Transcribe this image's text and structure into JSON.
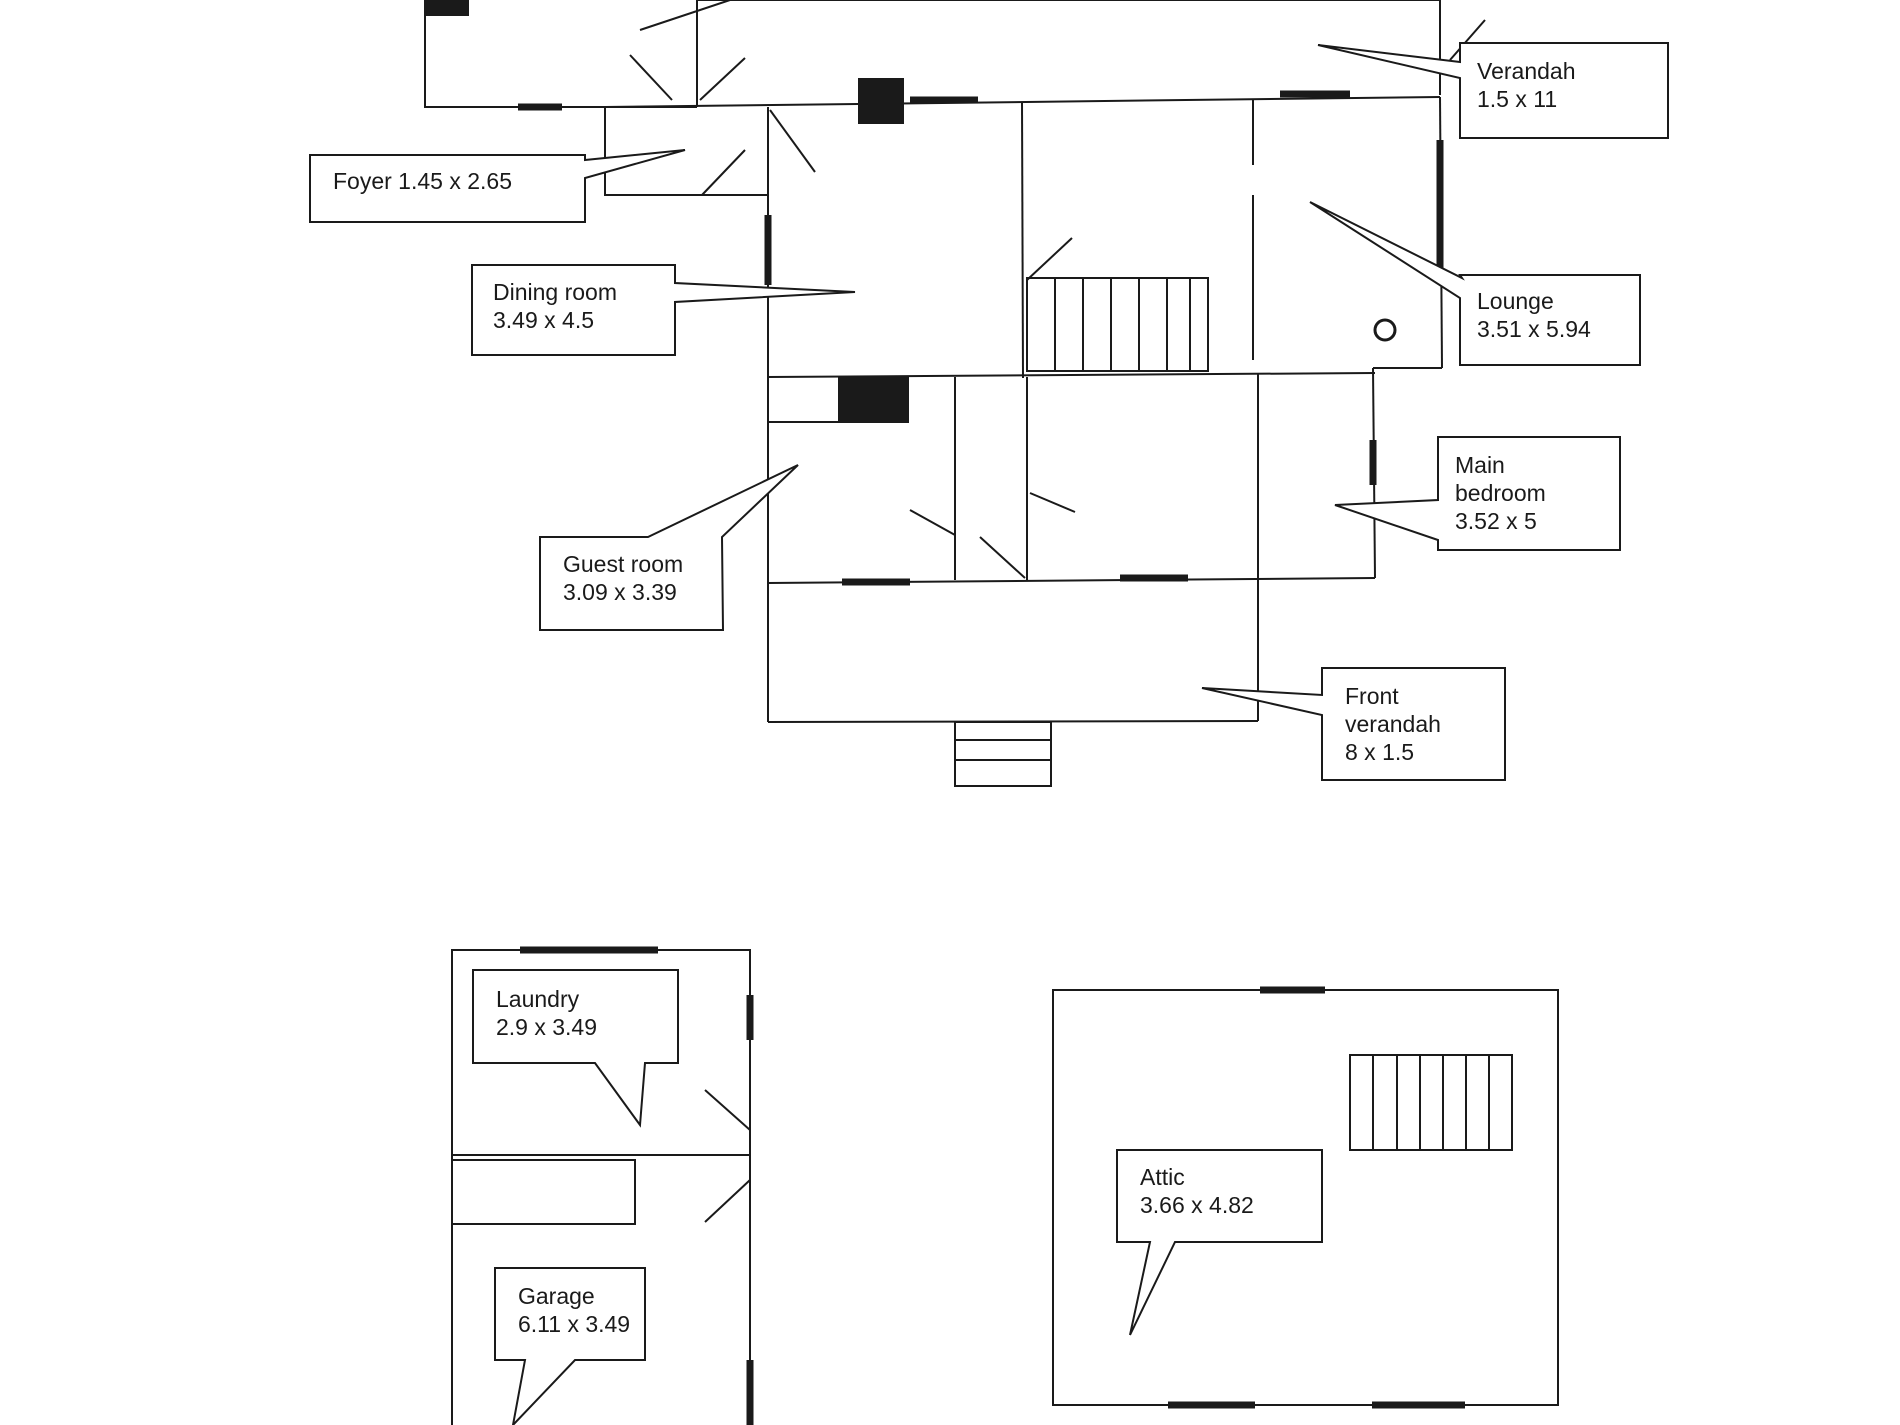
{
  "rooms": {
    "verandah": {
      "name": "Verandah",
      "size": "1.5 x 11"
    },
    "foyer": {
      "name": "Foyer 1.45 x 2.65"
    },
    "dining_room": {
      "name": "Dining room",
      "size": "3.49 x 4.5"
    },
    "lounge": {
      "name": "Lounge",
      "size": "3.51 x 5.94"
    },
    "main_bedroom": {
      "name_line1": "Main",
      "name_line2": "bedroom",
      "size": "3.52 x 5"
    },
    "guest_room": {
      "name": "Guest room",
      "size": "3.09 x 3.39"
    },
    "front_verandah": {
      "name_line1": "Front",
      "name_line2": "verandah",
      "size": "8 x 1.5"
    },
    "laundry": {
      "name": "Laundry",
      "size": "2.9 x 3.49"
    },
    "garage": {
      "name": "Garage",
      "size": "6.11 x 3.49"
    },
    "attic": {
      "name": "Attic",
      "size": "3.66 x 4.82"
    }
  },
  "colors": {
    "line": "#1a1a1a",
    "background": "#ffffff"
  }
}
